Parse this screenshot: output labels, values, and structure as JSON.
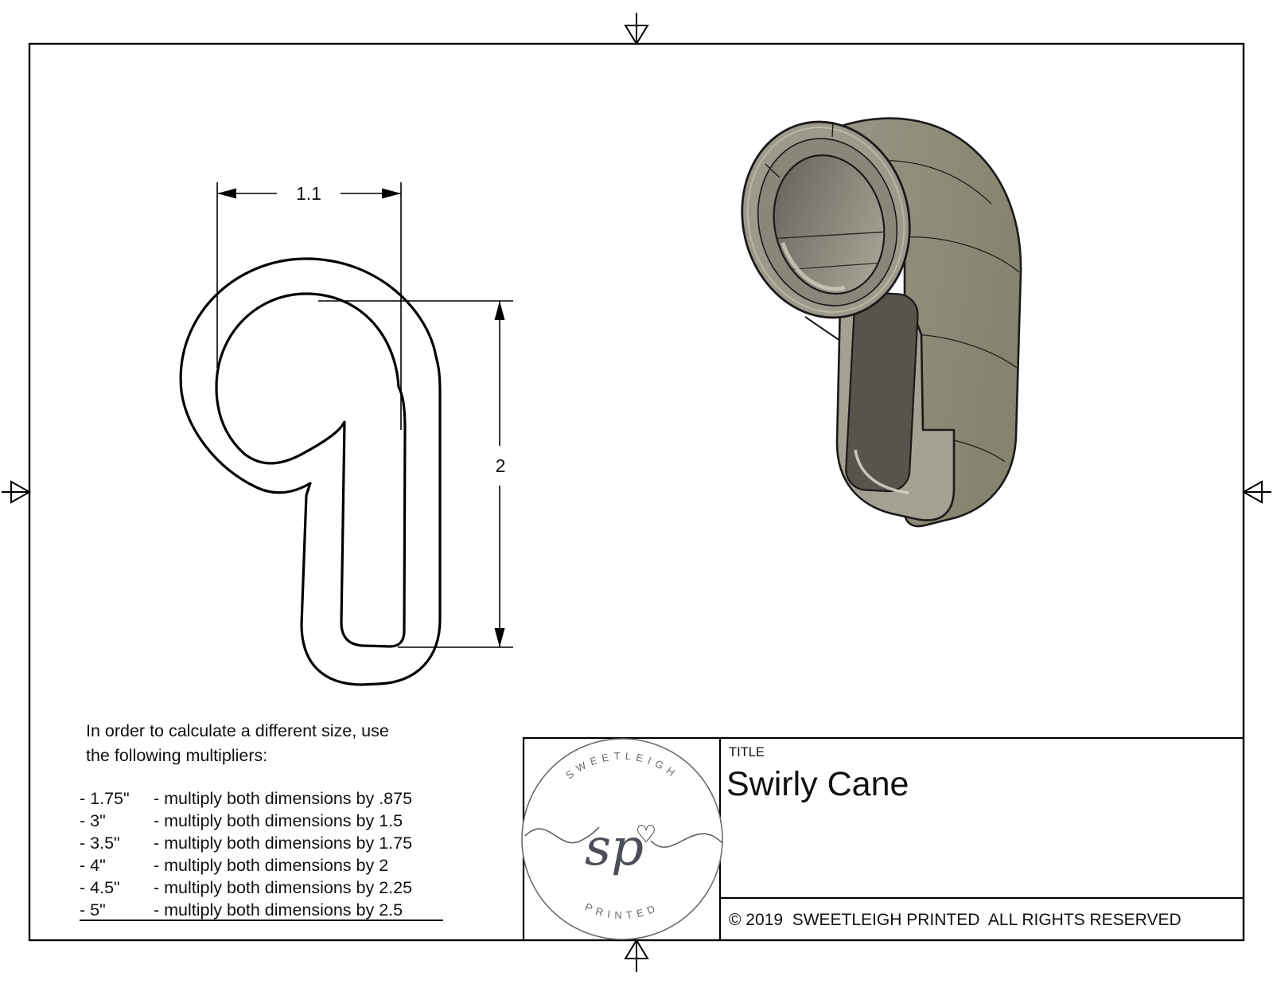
{
  "sheet": {
    "background": "#ffffff",
    "line_color": "#000000"
  },
  "drawing_2d": {
    "width_dim": "1.1",
    "height_dim": "2"
  },
  "render_3d": {
    "colors": {
      "body": "#8d8a7c",
      "flange": "#9d998b",
      "flange_rim": "#8a867a",
      "wall_light": "#a4a092",
      "interior_dark": "#57544c",
      "hole_dark": "#615e55",
      "hole_light": "#b0ac9e",
      "highlight": "#cdc9bb",
      "outline": "#1a1a1a"
    }
  },
  "notes": {
    "intro_line1": "In order to calculate a different size, use",
    "intro_line2": "the following multipliers:",
    "multipliers": [
      {
        "size": "- 1.75\"",
        "text": "- multiply both dimensions by .875"
      },
      {
        "size": "- 3\"",
        "text": "- multiply both dimensions by 1.5"
      },
      {
        "size": "- 3.5\"",
        "text": "- multiply both dimensions by 1.75"
      },
      {
        "size": "- 4\"",
        "text": "- multiply both dimensions by 2"
      },
      {
        "size": "- 4.5\"",
        "text": "- multiply both dimensions by 2.25"
      },
      {
        "size": "- 5\"",
        "text": "- multiply both dimensions by 2.5"
      }
    ]
  },
  "title_block": {
    "label": "TITLE",
    "title": "Swirly Cane",
    "copyright": "© 2019  SWEETLEIGH PRINTED  ALL RIGHTS RESERVED",
    "logo": {
      "top_text": "SWEETLEIGH",
      "bottom_text": "PRINTED",
      "monogram": "sp",
      "heart": "♡",
      "heart_color": "#c29a3a",
      "text_color": "#6a6a6a"
    }
  }
}
